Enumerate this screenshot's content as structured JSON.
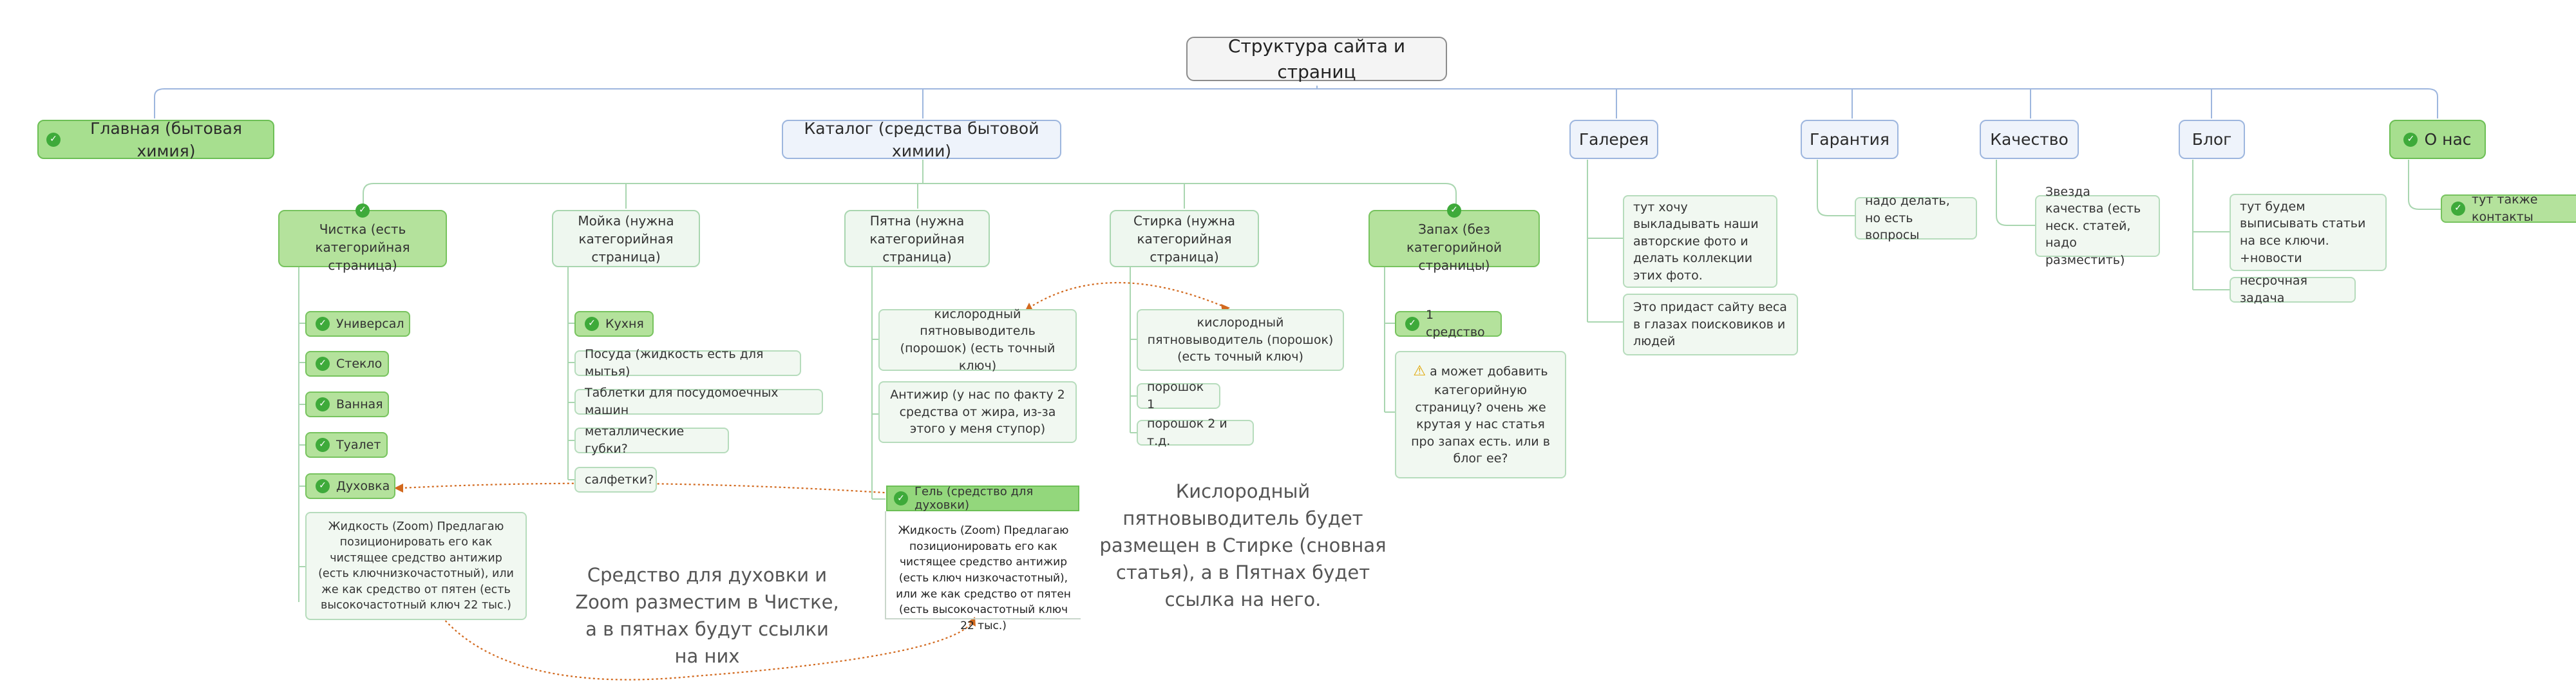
{
  "root": "Структура сайта и страниц",
  "l1": {
    "main": "Главная (бытовая химия)",
    "catalog": "Каталог (средства бытовой химии)",
    "gallery": "Галерея",
    "guarantee": "Гарантия",
    "quality": "Качество",
    "blog": "Блог",
    "about": "О нас"
  },
  "cat": {
    "clean": "Чистка (есть категорийная страница)",
    "wash": "Мойка (нужна категорийная страница)",
    "stains": "Пятна (нужна категорийная страница)",
    "laundry": "Стирка (нужна категорийная страница)",
    "smell": "Запах (без категорийной страницы)"
  },
  "clean_items": [
    "Универсал",
    "Стекло",
    "Ванная",
    "Туалет",
    "Духовка"
  ],
  "clean_note": "Жидкость (Zoom) Предлагаю позиционировать его как чистящее средство антижир (есть ключнизкочастотный), или же как средство от пятен (есть высокочастотный ключ 22 тыс.)",
  "wash_items": [
    "Кухня",
    "Посуда (жидкость есть для мытья)",
    "Таблетки для посудомоечных машин",
    "металлические губки?",
    "салфетки?"
  ],
  "stains_items": {
    "oxy": "кислородный пятновыводитель (порошок) (есть точный ключ)",
    "antifat": "Антижир (у нас по факту 2 средства от жира, из-за этого у меня ступор)",
    "gel": "Гель (средство для духовки)",
    "liquid": "Жидкость (Zoom) Предлагаю позиционировать его как чистящее средство антижир (есть ключ низкочастотный), или же как средство от пятен (есть высокочастотный ключ 22 тыс.)"
  },
  "laundry_items": [
    "кислородный пятновыводитель (порошок) (есть точный ключ)",
    "порошок 1",
    "порошок 2 и т.д."
  ],
  "smell_items": {
    "one": "1 средство",
    "warn": "а может добавить категорийную страницу? очень же крутая у нас статья про запах есть. или в блог ее?"
  },
  "gallery_items": [
    "тут хочу выкладывать наши авторские фото и делать коллекции этих фото.",
    "Это придаст сайту веса в глазах поисковиков и людей"
  ],
  "guarantee_items": [
    "надо делать, но есть вопросы"
  ],
  "quality_items": [
    "Звезда качества (есть неск. статей, надо разместить)"
  ],
  "blog_items": [
    "тут будем выписывать статьи на все ключи. +новости",
    "несрочная задача"
  ],
  "about_items": [
    "тут также контакты"
  ],
  "notes": {
    "oven": "Средство для духовки и Zoom разместим в Чистке, а в пятнах будут ссылки на них",
    "oxygen": "Кислородный пятновыводитель будет размещен в Стирке (сновная статья), а в Пятнах будет ссылка на него."
  },
  "colors": {
    "link": "#9db6de",
    "sublink": "#a9d6b0",
    "relation": "#d2691e",
    "done": "#a7df8f"
  }
}
